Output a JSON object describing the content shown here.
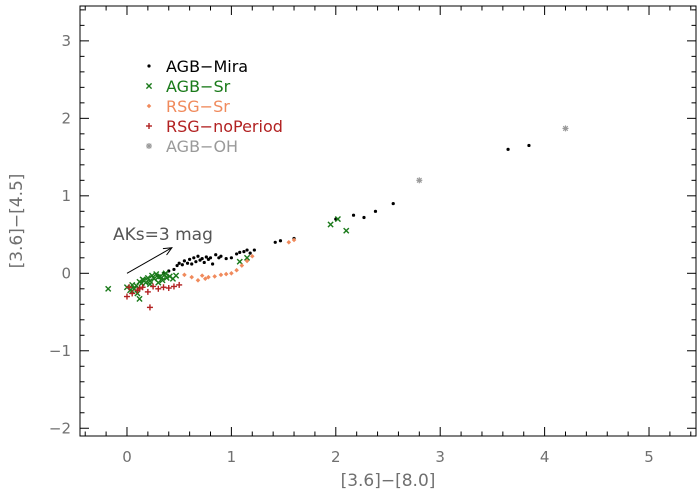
{
  "chart_data": {
    "type": "scatter",
    "xlabel": "[3.6]−[8.0]",
    "ylabel": "[3.6]−[4.5]",
    "xlim": [
      -0.45,
      5.45
    ],
    "ylim": [
      -2.1,
      3.45
    ],
    "xticks": [
      0,
      1,
      2,
      3,
      4,
      5
    ],
    "yticks": [
      -2,
      -1,
      0,
      1,
      2,
      3
    ],
    "xtick_labels": [
      "0",
      "1",
      "2",
      "3",
      "4",
      "5"
    ],
    "ytick_labels": [
      "−2",
      "−1",
      "0",
      "1",
      "2",
      "3"
    ],
    "grid": false,
    "legend_position": "top-left",
    "annotation": {
      "text": "AKs=3 mag",
      "arrow_from": [
        0.0,
        0.0
      ],
      "arrow_to": [
        0.43,
        0.33
      ]
    },
    "series": [
      {
        "name": "AGB−Mira",
        "color": "#000000",
        "marker": "dot",
        "points": [
          [
            0.48,
            0.1
          ],
          [
            0.5,
            0.13
          ],
          [
            0.53,
            0.11
          ],
          [
            0.55,
            0.16
          ],
          [
            0.58,
            0.13
          ],
          [
            0.6,
            0.18
          ],
          [
            0.62,
            0.12
          ],
          [
            0.64,
            0.2
          ],
          [
            0.66,
            0.15
          ],
          [
            0.68,
            0.22
          ],
          [
            0.7,
            0.17
          ],
          [
            0.72,
            0.19
          ],
          [
            0.74,
            0.14
          ],
          [
            0.76,
            0.21
          ],
          [
            0.78,
            0.18
          ],
          [
            0.8,
            0.2
          ],
          [
            0.82,
            0.12
          ],
          [
            0.85,
            0.24
          ],
          [
            0.88,
            0.2
          ],
          [
            0.9,
            0.22
          ],
          [
            0.95,
            0.19
          ],
          [
            1.0,
            0.2
          ],
          [
            1.05,
            0.25
          ],
          [
            1.08,
            0.27
          ],
          [
            1.12,
            0.28
          ],
          [
            1.15,
            0.3
          ],
          [
            1.18,
            0.26
          ],
          [
            1.22,
            0.3
          ],
          [
            0.45,
            0.05
          ],
          [
            0.4,
            0.03
          ],
          [
            0.35,
            0.0
          ],
          [
            0.3,
            -0.03
          ],
          [
            1.42,
            0.4
          ],
          [
            1.47,
            0.42
          ],
          [
            1.6,
            0.45
          ],
          [
            2.0,
            0.7
          ],
          [
            2.17,
            0.75
          ],
          [
            2.27,
            0.72
          ],
          [
            2.38,
            0.8
          ],
          [
            2.55,
            0.9
          ],
          [
            3.65,
            1.6
          ],
          [
            3.85,
            1.65
          ]
        ]
      },
      {
        "name": "AGB−Sr",
        "color": "#1a7a1a",
        "marker": "x",
        "points": [
          [
            -0.18,
            -0.2
          ],
          [
            0.0,
            -0.18
          ],
          [
            0.03,
            -0.22
          ],
          [
            0.05,
            -0.15
          ],
          [
            0.07,
            -0.2
          ],
          [
            0.09,
            -0.16
          ],
          [
            0.1,
            -0.26
          ],
          [
            0.12,
            -0.11
          ],
          [
            0.14,
            -0.13
          ],
          [
            0.16,
            -0.09
          ],
          [
            0.18,
            -0.12
          ],
          [
            0.2,
            -0.06
          ],
          [
            0.22,
            -0.1
          ],
          [
            0.24,
            -0.03
          ],
          [
            0.26,
            -0.07
          ],
          [
            0.28,
            -0.01
          ],
          [
            0.3,
            -0.05
          ],
          [
            0.32,
            -0.04
          ],
          [
            0.34,
            -0.09
          ],
          [
            0.36,
            -0.02
          ],
          [
            0.38,
            -0.06
          ],
          [
            0.41,
            -0.04
          ],
          [
            0.44,
            -0.07
          ],
          [
            0.47,
            -0.03
          ],
          [
            0.15,
            -0.08
          ],
          [
            0.22,
            -0.14
          ],
          [
            0.3,
            -0.12
          ],
          [
            0.37,
            0.0
          ],
          [
            0.12,
            -0.33
          ],
          [
            0.05,
            -0.23
          ],
          [
            1.08,
            0.15
          ],
          [
            1.15,
            0.2
          ],
          [
            1.95,
            0.63
          ],
          [
            2.02,
            0.7
          ],
          [
            2.1,
            0.55
          ]
        ]
      },
      {
        "name": "RSG−Sr",
        "color": "#f08a5c",
        "marker": "diamond",
        "points": [
          [
            0.62,
            -0.05
          ],
          [
            0.68,
            -0.09
          ],
          [
            0.72,
            -0.03
          ],
          [
            0.78,
            -0.05
          ],
          [
            0.84,
            -0.04
          ],
          [
            0.9,
            -0.02
          ],
          [
            0.95,
            -0.01
          ],
          [
            1.0,
            0.0
          ],
          [
            1.05,
            0.04
          ],
          [
            1.1,
            0.1
          ],
          [
            1.15,
            0.16
          ],
          [
            1.2,
            0.22
          ],
          [
            1.55,
            0.4
          ],
          [
            1.6,
            0.43
          ],
          [
            0.55,
            -0.02
          ],
          [
            0.75,
            -0.07
          ]
        ]
      },
      {
        "name": "RSG−noPeriod",
        "color": "#b22222",
        "marker": "plus",
        "points": [
          [
            0.0,
            -0.3
          ],
          [
            0.05,
            -0.26
          ],
          [
            0.1,
            -0.22
          ],
          [
            0.15,
            -0.18
          ],
          [
            0.2,
            -0.24
          ],
          [
            0.22,
            -0.44
          ],
          [
            0.25,
            -0.17
          ],
          [
            0.3,
            -0.2
          ],
          [
            0.35,
            -0.18
          ],
          [
            0.4,
            -0.19
          ],
          [
            0.45,
            -0.17
          ],
          [
            0.5,
            -0.15
          ],
          [
            0.02,
            -0.18
          ],
          [
            0.12,
            -0.2
          ]
        ]
      },
      {
        "name": "AGB−OH",
        "color": "#9a9a9a",
        "marker": "asterisk",
        "points": [
          [
            2.8,
            1.2
          ],
          [
            4.2,
            1.87
          ]
        ]
      }
    ]
  }
}
